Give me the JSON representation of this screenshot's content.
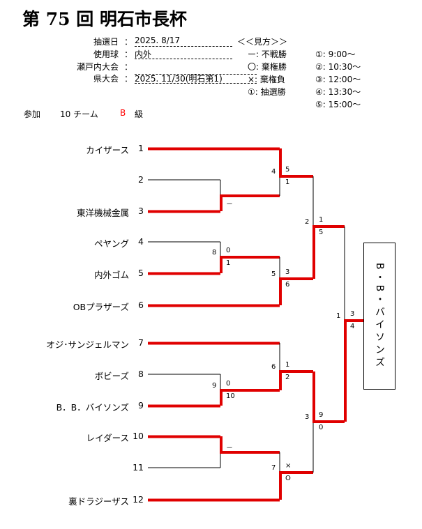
{
  "title": "第 75 回 明石市長杯",
  "info": [
    {
      "label": "抽選日",
      "value": "2025. 8/17"
    },
    {
      "label": "使用球",
      "value": "内外"
    },
    {
      "label": "瀬戸内大会",
      "value": ""
    },
    {
      "label": "県大会",
      "value": "2025. 11/30(明石第1)"
    }
  ],
  "colon": "：",
  "legend": {
    "title": "＜＜見方＞＞",
    "items": [
      "ー: 不戦勝",
      "〇: 棄権勝",
      "×: 棄権負",
      "①: 抽選勝"
    ],
    "times": [
      "①:  9:00～",
      "②: 10:30～",
      "③: 12:00～",
      "④: 13:30～",
      "⑤: 15:00～"
    ]
  },
  "participation": {
    "label": "参加",
    "teams": "10 チーム",
    "class_letter": "B",
    "class_suffix": "級"
  },
  "teams": [
    {
      "name": "カイザース",
      "num": "1"
    },
    {
      "name": "",
      "num": "2"
    },
    {
      "name": "東洋機械金属",
      "num": "3"
    },
    {
      "name": "ペヤング",
      "num": "4"
    },
    {
      "name": "内外ゴム",
      "num": "5"
    },
    {
      "name": "OBプラザーズ",
      "num": "6"
    },
    {
      "name": "オジ･サンジェルマン",
      "num": "7"
    },
    {
      "name": "ボビーズ",
      "num": "8"
    },
    {
      "name": "B．B．バイソンズ",
      "num": "9"
    },
    {
      "name": "レイダース",
      "num": "10"
    },
    {
      "name": "",
      "num": "11"
    },
    {
      "name": "裏ドラジーザス",
      "num": "12"
    }
  ],
  "matches": [
    {
      "no": "",
      "top": "",
      "bottom": "－"
    },
    {
      "no": "4",
      "top": "5",
      "bottom": "1"
    },
    {
      "no": "8",
      "top": "0",
      "bottom": "1"
    },
    {
      "no": "5",
      "top": "3",
      "bottom": "6"
    },
    {
      "no": "2",
      "top": "1",
      "bottom": "5"
    },
    {
      "no": "9",
      "top": "0",
      "bottom": "10"
    },
    {
      "no": "6",
      "top": "1",
      "bottom": "2"
    },
    {
      "no": "",
      "top": "－",
      "bottom": ""
    },
    {
      "no": "7",
      "top": "×",
      "bottom": "O"
    },
    {
      "no": "3",
      "top": "9",
      "bottom": "0"
    },
    {
      "no": "1",
      "top": "3",
      "bottom": "4"
    }
  ],
  "champion": "B・B・バイソンズ",
  "colors": {
    "win": "#e00000",
    "line": "#000000",
    "accent": "#ff0000"
  }
}
